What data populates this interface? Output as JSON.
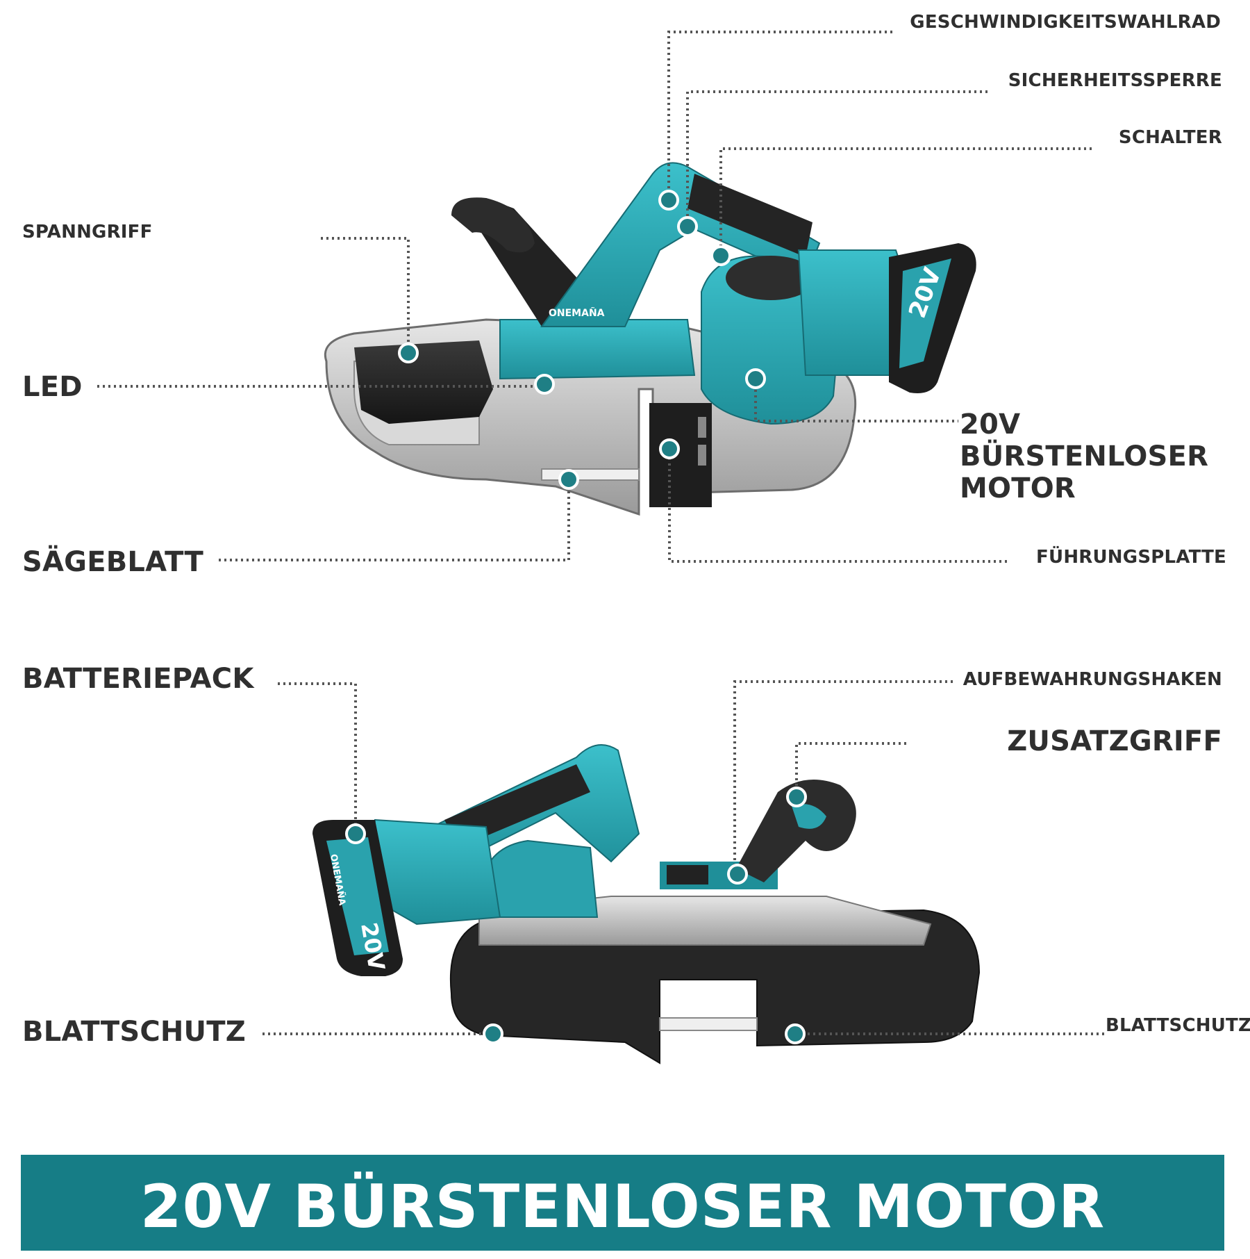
{
  "labels": {
    "speed_dial": "GESCHWINDIGKEITSWAHLRAD",
    "safety_lock": "SICHERHEITSSPERRE",
    "switch": "SCHALTER",
    "tension_handle": "SPANNGRIFF",
    "led": "LED",
    "motor": "20V BÜRSTENLOSER MOTOR",
    "saw_blade": "SÄGEBLATT",
    "guide_plate": "FÜHRUNGSPLATTE",
    "battery_pack": "BATTERIEPACK",
    "storage_hook": "AUFBEWAHRUNGSHAKEN",
    "aux_handle": "ZUSATZGRIFF",
    "blade_guard_left": "BLATTSCHUTZ",
    "blade_guard_right": "BLATTSCHUTZ"
  },
  "product": {
    "brand_top": "ONEMAÑA",
    "brand_bottom": "ONEMAÑA",
    "battery_voltage": "20V",
    "battery_voltage_bottom": "20V"
  },
  "banner": {
    "title": "20V BÜRSTENLOSER MOTOR"
  },
  "colors": {
    "accent": "#1f7f85",
    "banner": "#167d86",
    "tool_teal": "#2aa2ad",
    "tool_black": "#2a2a2a",
    "tool_silver": "#c9c9c9"
  }
}
